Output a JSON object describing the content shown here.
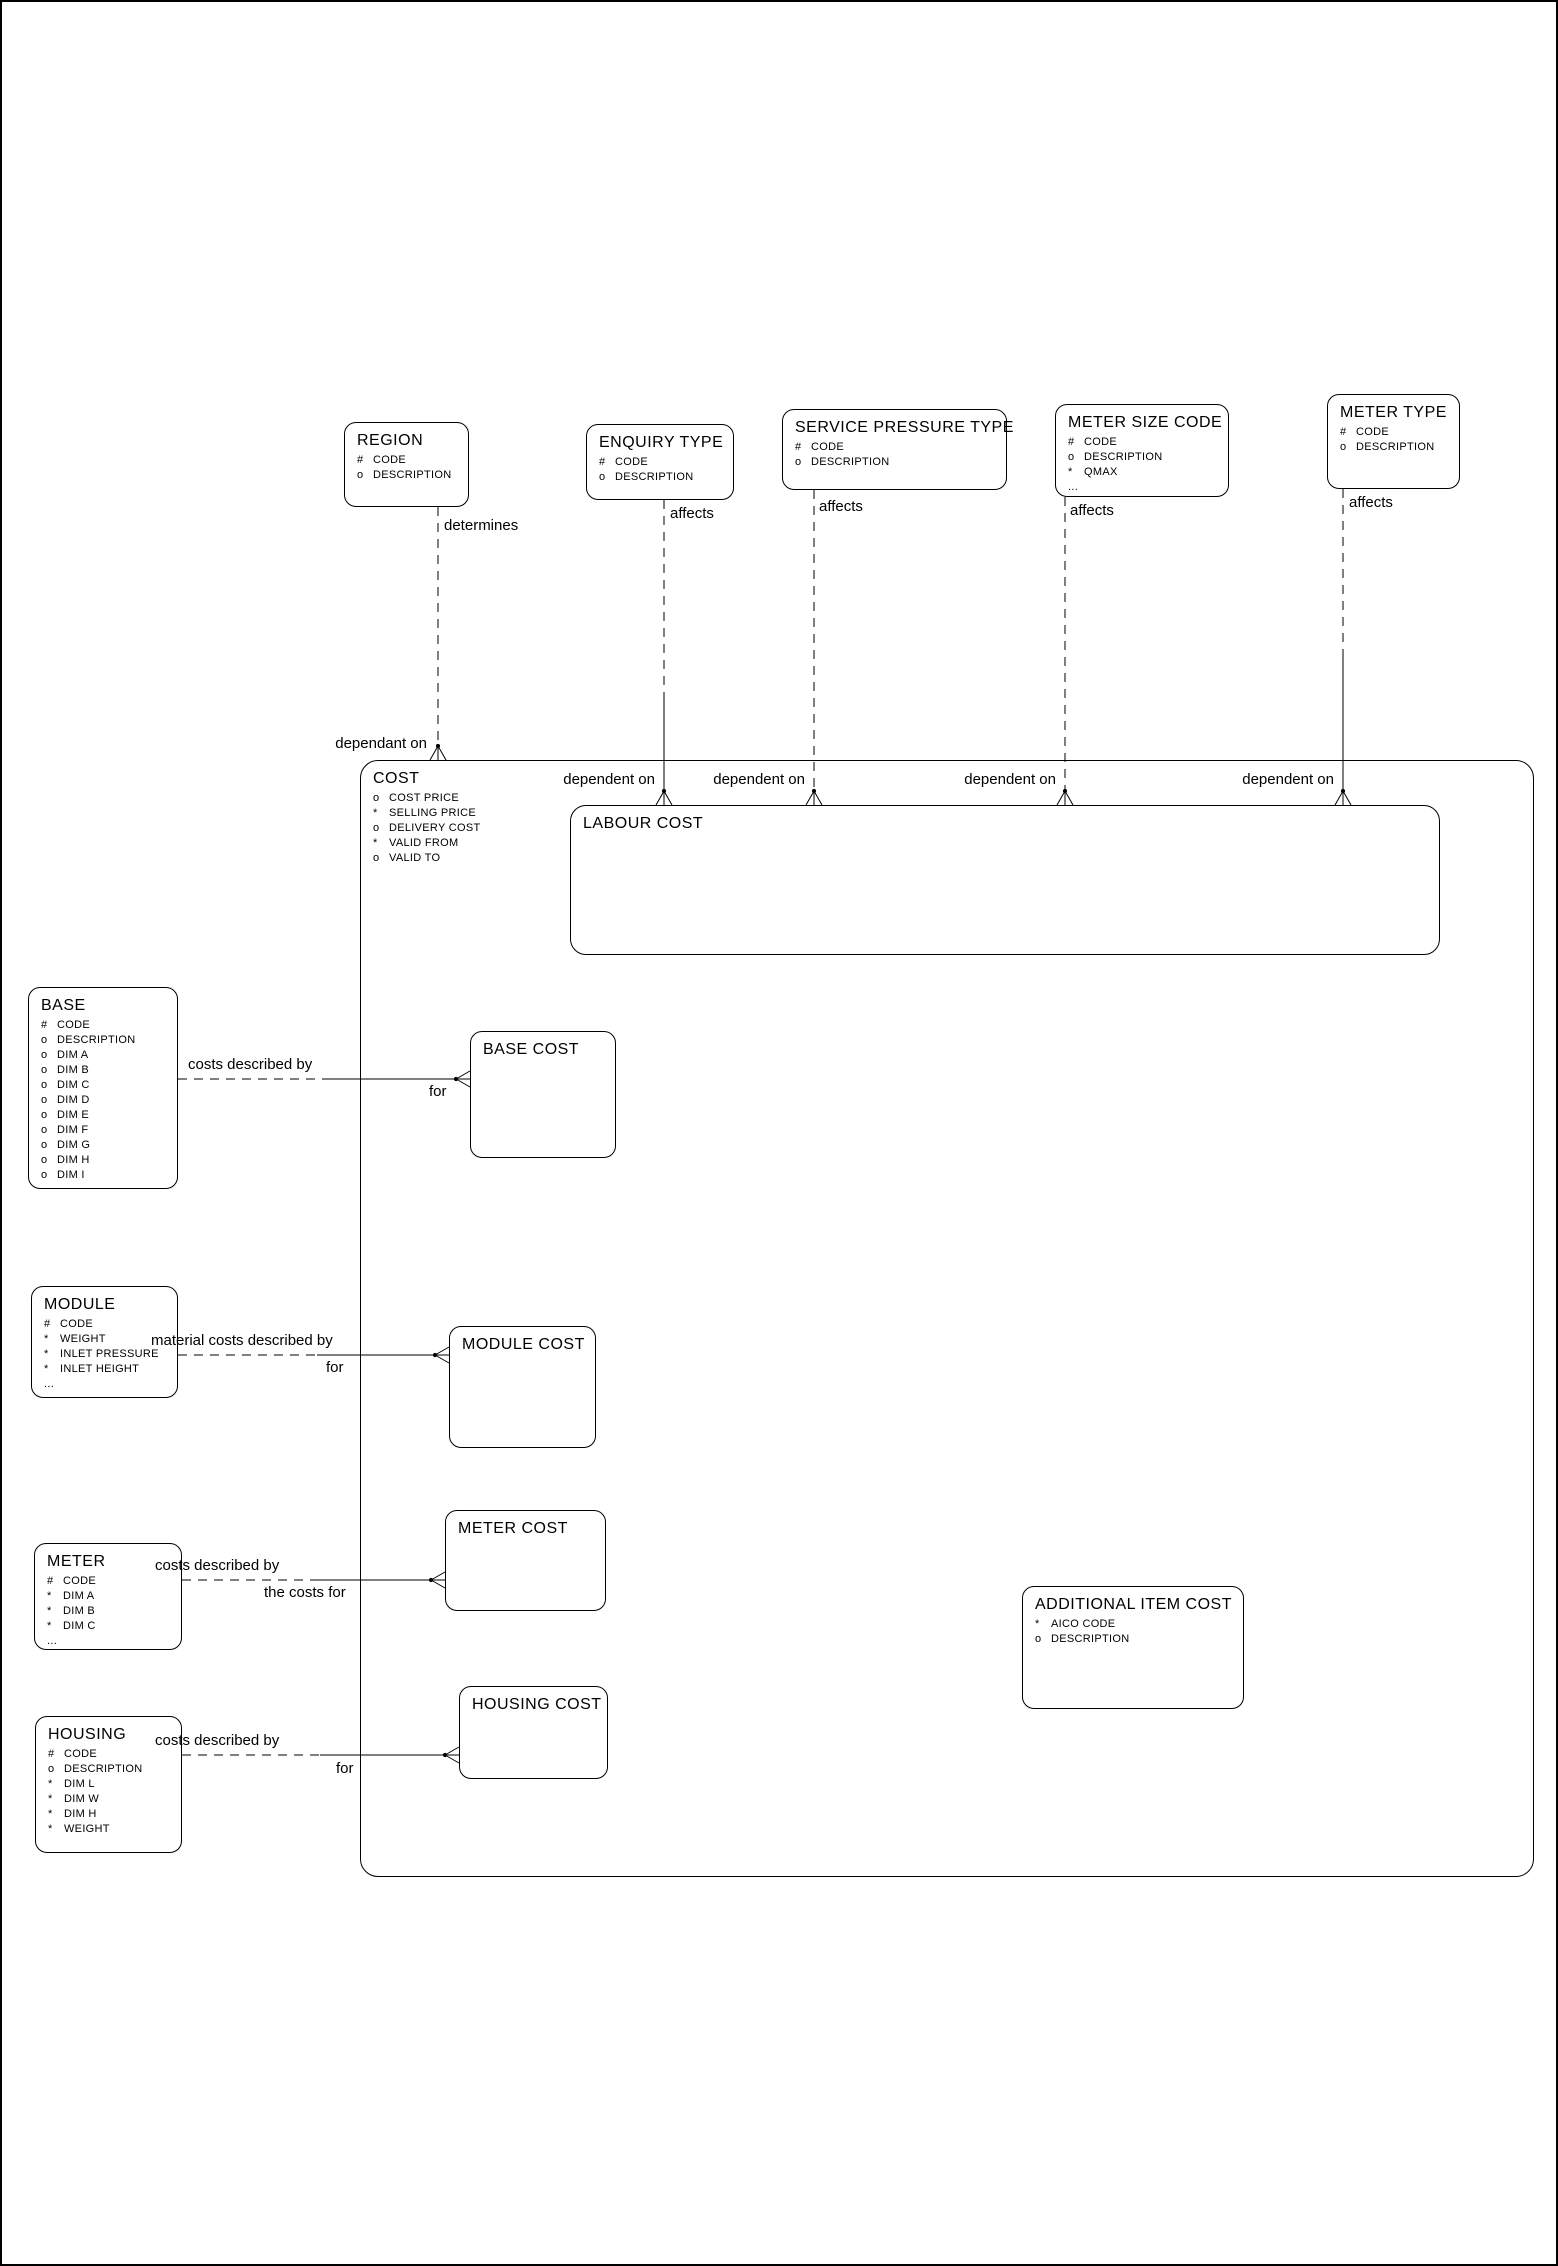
{
  "entities": {
    "region": {
      "title": "REGION",
      "attrs": [
        [
          "#",
          "CODE"
        ],
        [
          "o",
          "DESCRIPTION"
        ]
      ]
    },
    "enquiry_type": {
      "title": "ENQUIRY TYPE",
      "attrs": [
        [
          "#",
          "CODE"
        ],
        [
          "o",
          "DESCRIPTION"
        ]
      ]
    },
    "service_pressure_type": {
      "title": "SERVICE PRESSURE TYPE",
      "attrs": [
        [
          "#",
          "CODE"
        ],
        [
          "o",
          "DESCRIPTION"
        ]
      ]
    },
    "meter_size_code": {
      "title": "METER SIZE CODE",
      "attrs": [
        [
          "#",
          "CODE"
        ],
        [
          "o",
          "DESCRIPTION"
        ],
        [
          "*",
          "QMAX"
        ],
        [
          "...",
          ""
        ]
      ]
    },
    "meter_type": {
      "title": "METER TYPE",
      "attrs": [
        [
          "#",
          "CODE"
        ],
        [
          "o",
          "DESCRIPTION"
        ]
      ]
    },
    "cost": {
      "title": "COST",
      "attrs": [
        [
          "o",
          "COST PRICE"
        ],
        [
          "*",
          "SELLING PRICE"
        ],
        [
          "o",
          "DELIVERY COST"
        ],
        [
          "*",
          "VALID FROM"
        ],
        [
          "o",
          "VALID TO"
        ]
      ]
    },
    "labour_cost": {
      "title": "LABOUR COST",
      "attrs": []
    },
    "base": {
      "title": "BASE",
      "attrs": [
        [
          "#",
          "CODE"
        ],
        [
          "o",
          "DESCRIPTION"
        ],
        [
          "o",
          "DIM A"
        ],
        [
          "o",
          "DIM B"
        ],
        [
          "o",
          "DIM C"
        ],
        [
          "o",
          "DIM D"
        ],
        [
          "o",
          "DIM E"
        ],
        [
          "o",
          "DIM F"
        ],
        [
          "o",
          "DIM G"
        ],
        [
          "o",
          "DIM H"
        ],
        [
          "o",
          "DIM I"
        ]
      ]
    },
    "base_cost": {
      "title": "BASE COST",
      "attrs": []
    },
    "module": {
      "title": "MODULE",
      "attrs": [
        [
          "#",
          "CODE"
        ],
        [
          "*",
          "WEIGHT"
        ],
        [
          "*",
          "INLET PRESSURE"
        ],
        [
          "*",
          "INLET HEIGHT"
        ],
        [
          "...",
          ""
        ]
      ]
    },
    "module_cost": {
      "title": "MODULE COST",
      "attrs": []
    },
    "meter": {
      "title": "METER",
      "attrs": [
        [
          "#",
          "CODE"
        ],
        [
          "*",
          "DIM A"
        ],
        [
          "*",
          "DIM B"
        ],
        [
          "*",
          "DIM C"
        ],
        [
          "...",
          ""
        ]
      ]
    },
    "meter_cost": {
      "title": "METER COST",
      "attrs": []
    },
    "housing": {
      "title": "HOUSING",
      "attrs": [
        [
          "#",
          "CODE"
        ],
        [
          "o",
          "DESCRIPTION"
        ],
        [
          "*",
          "DIM L"
        ],
        [
          "*",
          "DIM W"
        ],
        [
          "*",
          "DIM H"
        ],
        [
          "*",
          "WEIGHT"
        ]
      ]
    },
    "housing_cost": {
      "title": "HOUSING COST",
      "attrs": []
    },
    "additional_item_cost": {
      "title": "ADDITIONAL ITEM COST",
      "attrs": [
        [
          "*",
          "AICO CODE"
        ],
        [
          "o",
          "DESCRIPTION"
        ]
      ]
    }
  },
  "relationship_labels": {
    "determines": "determines",
    "dependant_on": "dependant on",
    "affects": "affects",
    "dependent_on": "dependent on",
    "costs_described_by": "costs described by",
    "material_costs_described_by": "material costs described by",
    "for": "for",
    "the_costs_for": "the costs for"
  },
  "colors": {
    "line": "#000000",
    "background": "#ffffff"
  }
}
